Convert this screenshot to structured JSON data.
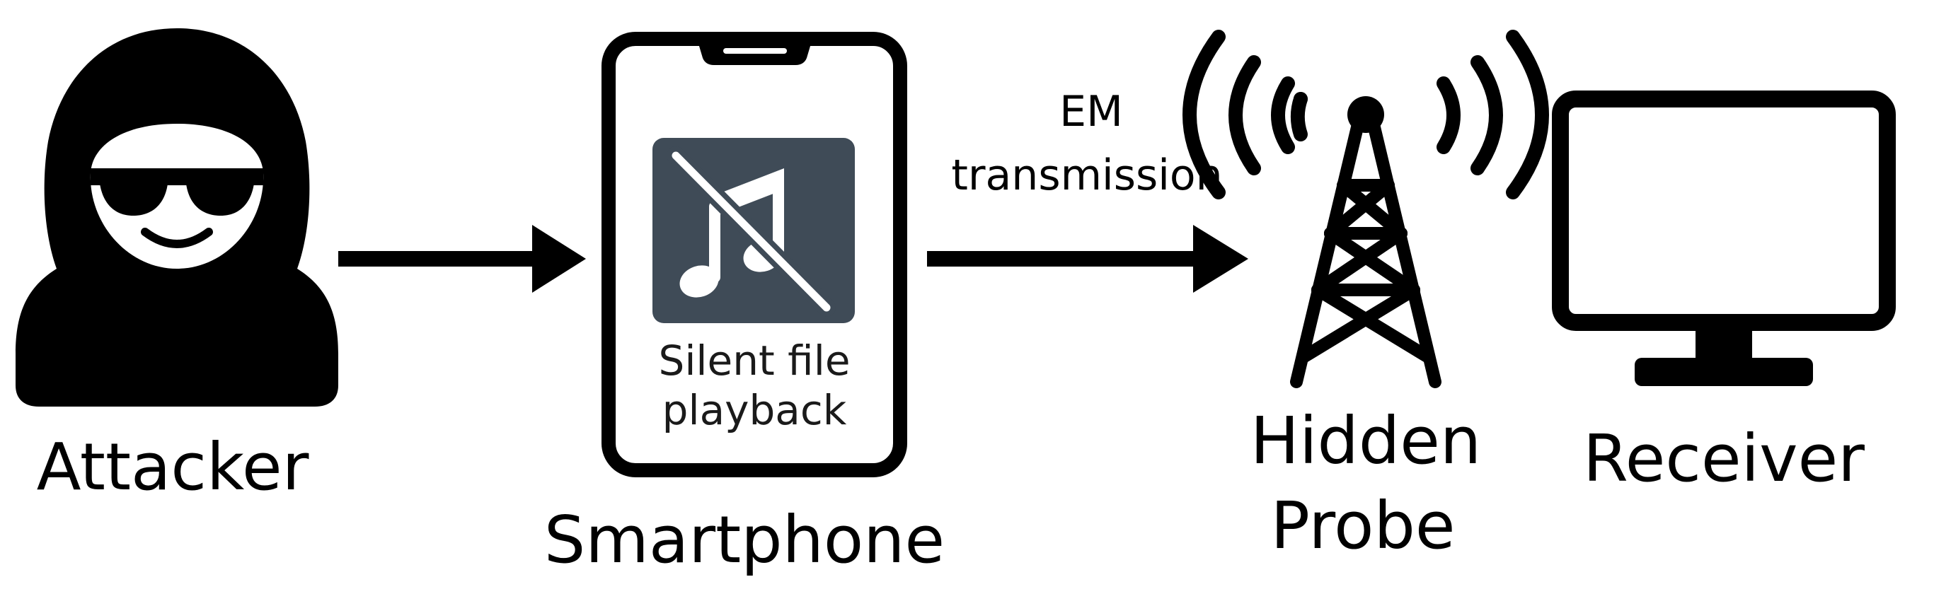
{
  "nodes": {
    "attacker": {
      "label": "Attacker"
    },
    "smartphone": {
      "label": "Smartphone",
      "screen_text_line1": "Silent file",
      "screen_text_line2": "playback",
      "screen_icon": "muted-music-note-icon"
    },
    "probe": {
      "label_line1": "Hidden",
      "label_line2": "Probe",
      "icon": "radio-tower-icon"
    },
    "receiver": {
      "label": "Receiver",
      "icon": "monitor-icon"
    }
  },
  "edges": {
    "attacker_to_phone": {
      "label": ""
    },
    "phone_to_probe": {
      "label_line1": "EM",
      "label_line2": "transmission"
    }
  },
  "colors": {
    "ink": "#000000",
    "screen_tile": "#3f4b57",
    "screen_icon": "#ffffff"
  }
}
